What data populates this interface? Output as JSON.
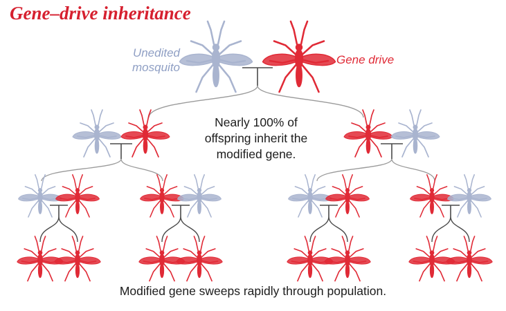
{
  "title": "Gene–drive inheritance",
  "labels": {
    "unedited_line1": "Unedited",
    "unedited_line2": "mosquito",
    "gene_drive": "Gene drive"
  },
  "note": {
    "line1": "Nearly 100% of",
    "line2": "offspring inherit the",
    "line3": "modified gene."
  },
  "caption": "Modified gene sweeps rapidly through population.",
  "colors": {
    "title": "#d6202f",
    "unedited": "#a9b4cf",
    "unedited_label": "#8f9fc4",
    "gene_drive": "#e02a36",
    "lines": "#4a4a4a",
    "branch": "#9a9a9a"
  },
  "icons": {
    "unedited": "mosquito-blue-icon",
    "gene_drive": "mosquito-red-icon"
  },
  "pedigree": {
    "parents": [
      "unedited",
      "gene_drive"
    ],
    "generation_2": [
      [
        "unedited",
        "gene_drive"
      ],
      [
        "gene_drive",
        "unedited"
      ]
    ],
    "generation_3": [
      [
        "unedited",
        "gene_drive"
      ],
      [
        "gene_drive",
        "unedited"
      ],
      [
        "unedited",
        "gene_drive"
      ],
      [
        "gene_drive",
        "unedited"
      ]
    ],
    "generation_4": [
      [
        "gene_drive",
        "gene_drive"
      ],
      [
        "gene_drive",
        "gene_drive"
      ],
      [
        "gene_drive",
        "gene_drive"
      ],
      [
        "gene_drive",
        "gene_drive"
      ]
    ]
  }
}
